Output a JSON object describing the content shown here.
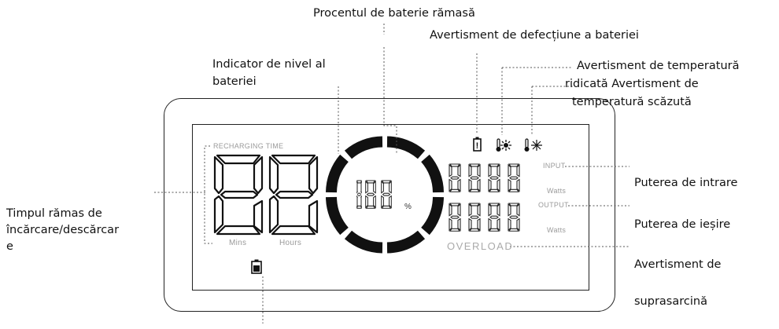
{
  "callouts": {
    "battery_percentage": "Procentul de baterie rămasă",
    "battery_fault": "Avertisment de defecțiune a bateriei",
    "level_indicator_line1": "Indicator de nivel al",
    "level_indicator_line2": "bateriei",
    "temp_high_line1": "Avertisment de temperatură",
    "temp_high_line2": "ridicată Avertisment de",
    "temp_low": "temperatură scăzută",
    "input_power": "Puterea de intrare",
    "output_power": "Puterea de ieșire",
    "overload_line1": "Avertisment de",
    "overload_line2": "suprasarcină",
    "time_line1": "Timpul rămas de",
    "time_line2": "încărcare/descărcar",
    "time_line3": "e"
  },
  "lcd": {
    "recharging_time": "RECHARGING TIME",
    "mins": "Mins",
    "hours": "Hours",
    "percent_digits": "188",
    "percent_sign": "%",
    "input": "INPUT",
    "output": "OUTPUT",
    "watts": "Watts",
    "overload": "OVERLOAD",
    "fault_symbol": "!"
  },
  "colors": {
    "ring": "#111111",
    "segment": "#222222",
    "dim_label": "#9a9a9a",
    "leader": "#555555"
  }
}
